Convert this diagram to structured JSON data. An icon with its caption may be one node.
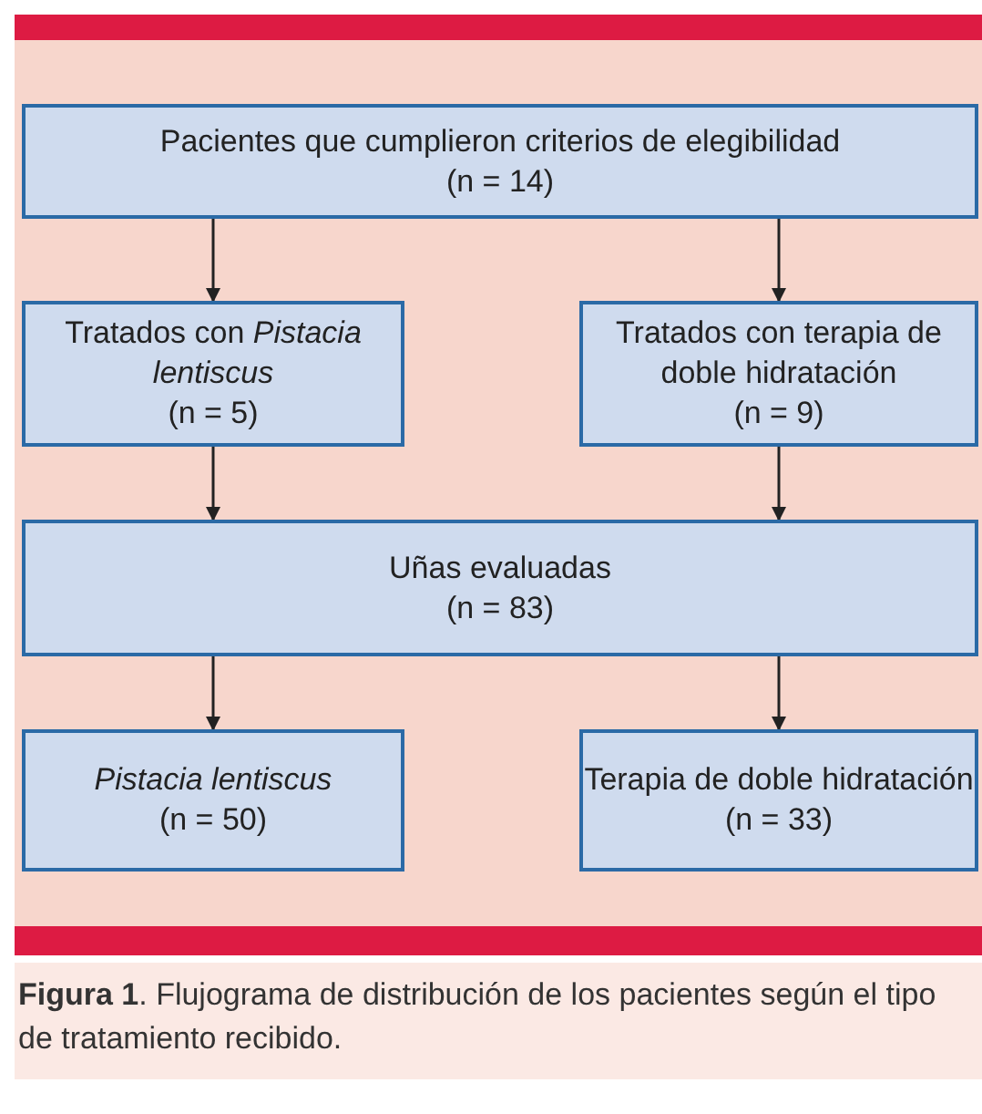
{
  "diagram": {
    "caption": "**Figura 1**. Flujograma de distribución de los pacientes según el tipo de tratamiento recibido.",
    "nodes": [
      {
        "text": [
          "Pacientes que cumplieron criterios de elegibilidad",
          "(n = 14)"
        ]
      },
      {
        "text": [
          "Tratados con *Pistacia lentiscus*",
          "(n = 5)"
        ]
      },
      {
        "text": [
          "Tratados con terapia de doble hidratación",
          "(n = 9)"
        ]
      },
      {
        "text": [
          "Uñas evaluadas",
          "(n = 83)"
        ]
      },
      {
        "text": [
          "Pistacia lentiscus",
          "(n = 50)"
        ]
      },
      {
        "text": [
          "Terapia de doble hidratación",
          "(n = 33)"
        ]
      }
    ],
    "edges": [
      {
        "from": 0,
        "to": 1,
        "arrow": "to"
      },
      {
        "from": 0,
        "to": 2,
        "arrow": "to"
      },
      {
        "from": 1,
        "to": 3,
        "arrow": "to"
      },
      {
        "from": 2,
        "to": 3,
        "arrow": "to"
      },
      {
        "from": 3,
        "to": 4,
        "arrow": "to"
      },
      {
        "from": 3,
        "to": 5,
        "arrow": "to"
      }
    ]
  }
}
